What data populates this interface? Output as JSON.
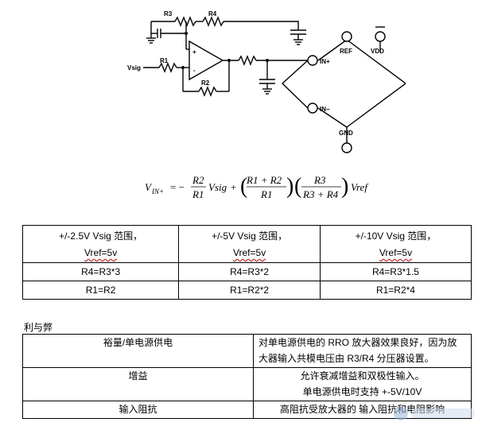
{
  "circuit": {
    "labels": {
      "r3": "R3",
      "r4": "R4",
      "r1": "R1",
      "r2": "R2",
      "vsig": "Vsig",
      "in_plus": "IN+",
      "in_minus": "IN−",
      "ref": "REF",
      "vdd": "VDD",
      "gnd": "GND",
      "opamp_plus": "+",
      "opamp_minus": "-"
    }
  },
  "formula": {
    "lhs": "V",
    "lhs_sub": "IN+",
    "eq": "= −",
    "f1_num": "R2",
    "f1_den": "R1",
    "vsig": "Vsig",
    "plus": "+",
    "f2_num": "R1 + R2",
    "f2_den": "R1",
    "f3_num": "R3",
    "f3_den": "R3 + R4",
    "vref": "Vref"
  },
  "range_table": {
    "rows": [
      [
        "+/-2.5V Vsig 范围，",
        "+/-5V Vsig 范围，",
        "+/-10V Vsig 范围，"
      ],
      [
        "Vref=5v",
        "Vref=5v",
        "Vref=5v"
      ],
      [
        "R4=R3*3",
        "R4=R3*2",
        "R4=R3*1.5"
      ],
      [
        "R1=R2",
        "R1=R2*2",
        "R1=R2*4"
      ]
    ]
  },
  "section_title": "利与弊",
  "pros_cons": {
    "rows": [
      {
        "feature": "裕量/单电源供电",
        "desc": "对单电源供电的 RRO 放大器效果良好，因为放大器输入共模电压由 R3/R4 分压器设置。"
      },
      {
        "feature": "增益",
        "desc": "允许衰减增益和双极性输入。",
        "desc2": "单电源供电时支持 +-5V/10V"
      },
      {
        "feature": "输入阻抗",
        "desc": "高阻抗受放大器的 输入阻抗和电阻影响"
      }
    ]
  },
  "colors": {
    "line": "#000000",
    "accent_underline": "#c03030"
  }
}
